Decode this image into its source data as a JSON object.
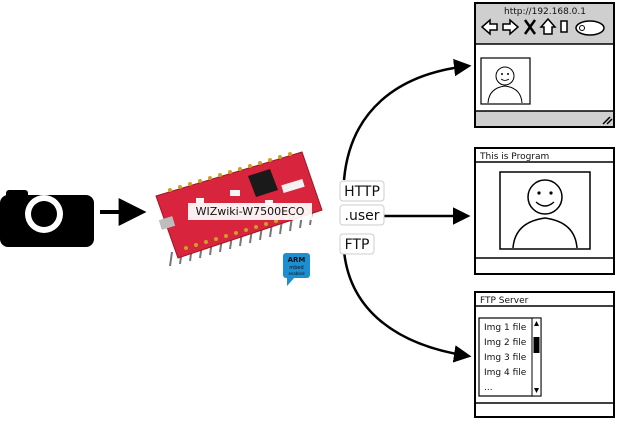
{
  "board": {
    "label": "WIZwiki-W7500ECO"
  },
  "arm_badge": {
    "line1": "ARM",
    "line2": "mbed",
    "line3": "enabled"
  },
  "protocols": [
    "HTTP",
    ".user",
    "FTP"
  ],
  "browser_window": {
    "url": "http://192.168.0.1",
    "toolbar_icons": [
      "back-arrow-icon",
      "forward-arrow-icon",
      "close-x-icon",
      "home-icon",
      "page-icon",
      "search-oval-icon"
    ]
  },
  "program_window": {
    "title": "This is Program"
  },
  "ftp_window": {
    "title": "FTP Server",
    "files": [
      "Img 1 file",
      "Img 2 file",
      "Img 3 file",
      "Img 4 file",
      "..."
    ]
  },
  "colors": {
    "board": "#d8243c",
    "arm_badge": "#1b8fd1",
    "window_bar": "#cfcfcf"
  }
}
